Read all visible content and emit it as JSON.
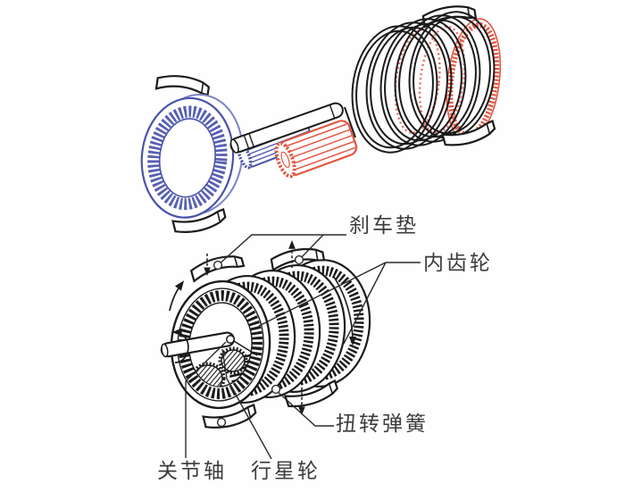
{
  "labels": {
    "brake_pad": "刹车垫",
    "internal_gear": "内齿轮",
    "torsion_spring": "扭转弹簧",
    "joint_shaft": "关节轴",
    "planet_gear": "行星轮"
  },
  "colors": {
    "blue": "#4953ab",
    "blue_light": "#7b84c2",
    "red": "#e25743",
    "line": "#1b1b1b",
    "text": "#3b3b3b",
    "background": "#fefefe"
  }
}
